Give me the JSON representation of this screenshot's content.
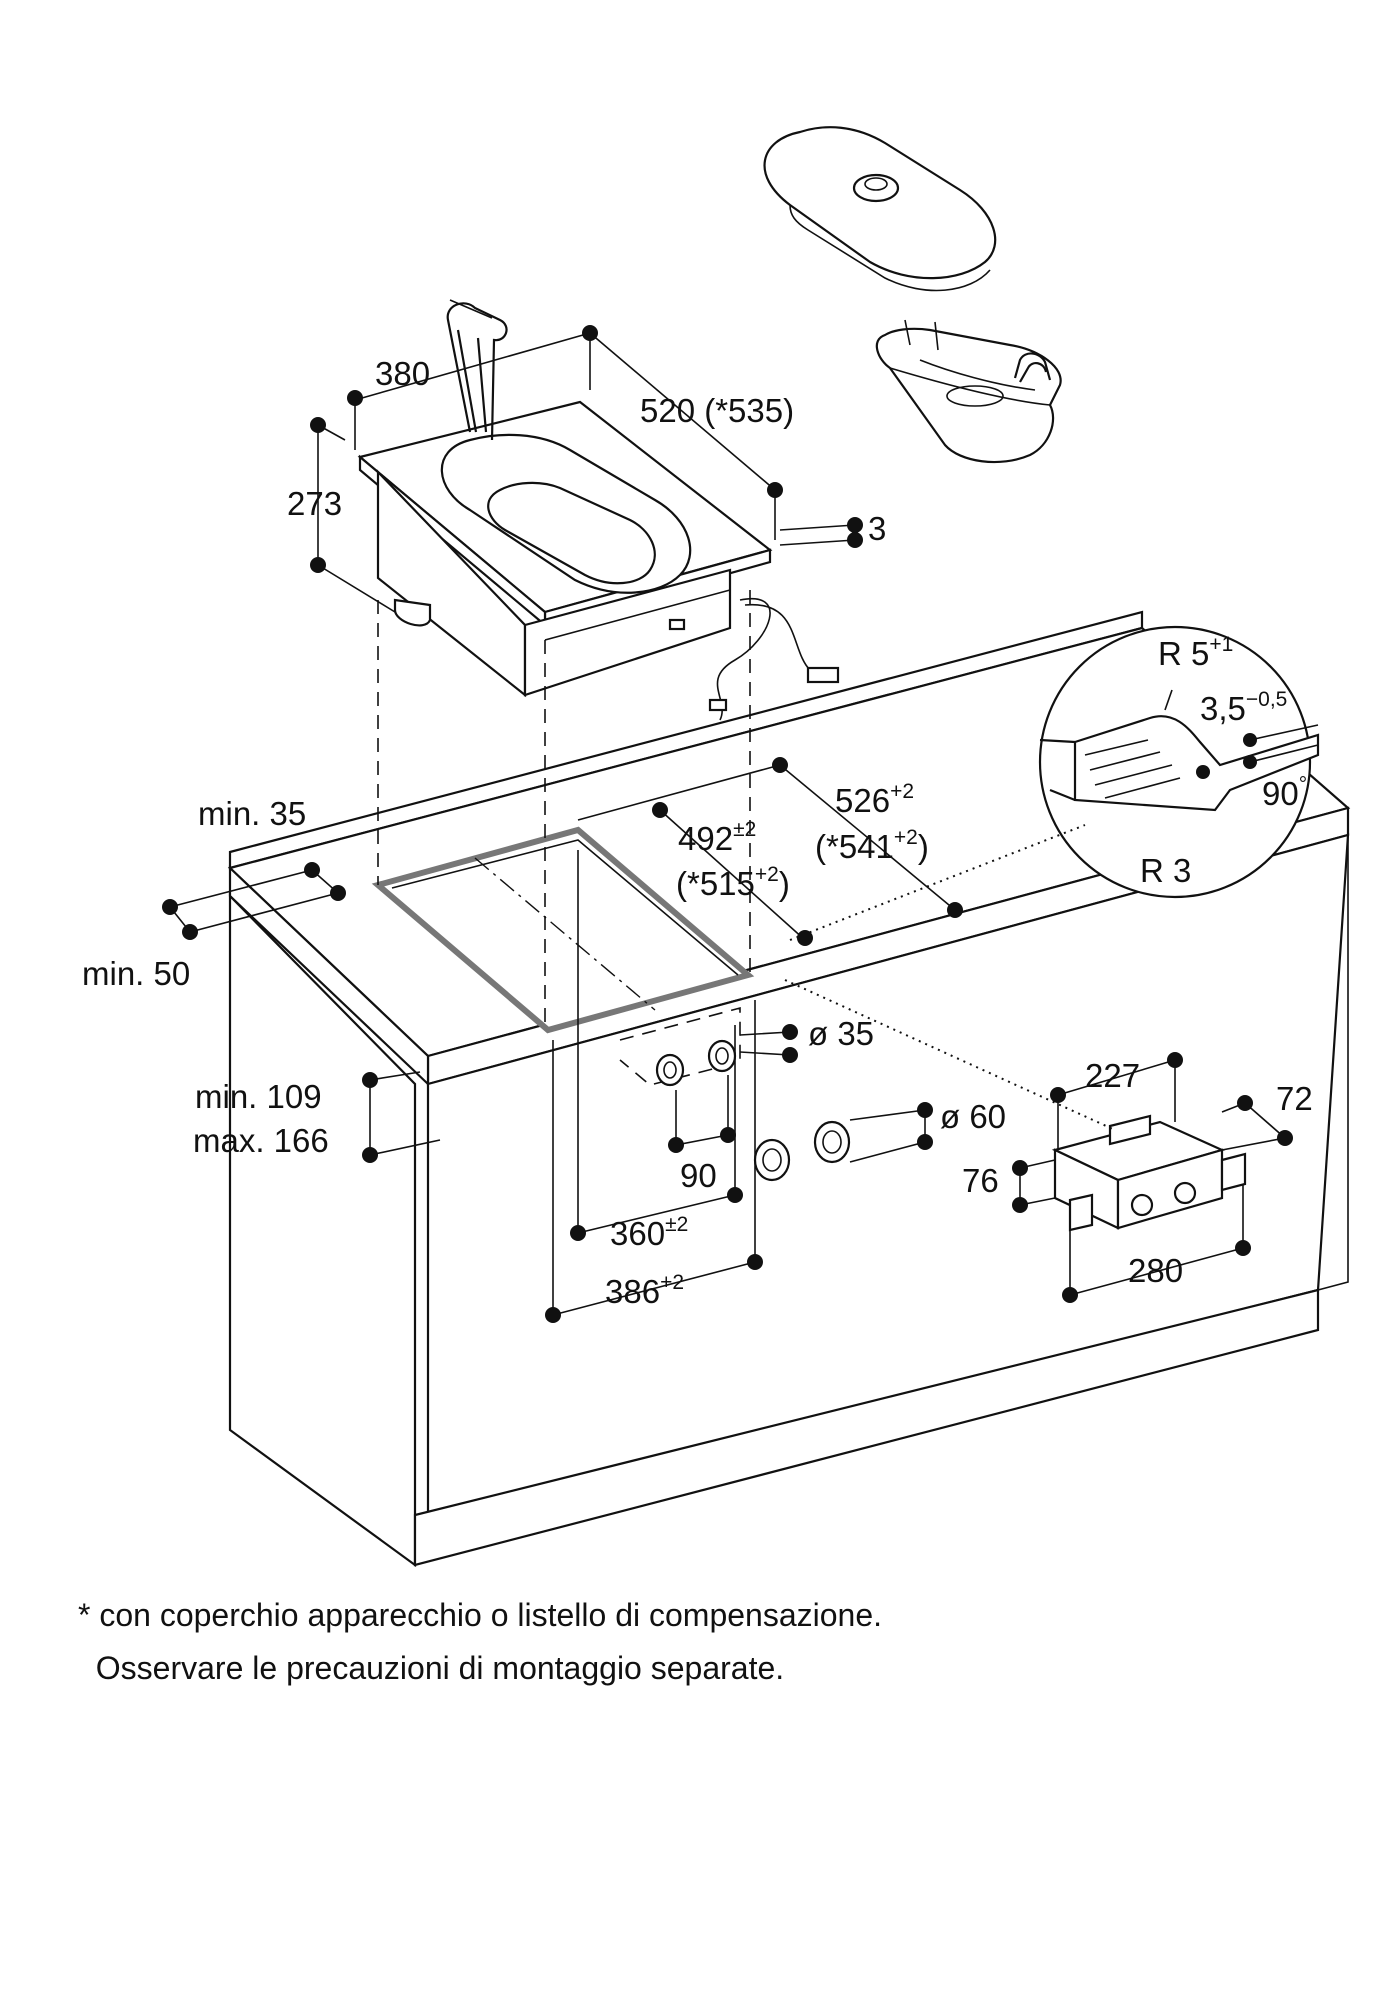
{
  "dimensions": {
    "width_380": "380",
    "depth_520": "520 (*535)",
    "height_273": "273",
    "gap_3": "3",
    "min_35": "min. 35",
    "min_50": "min. 50",
    "cut_526": "526",
    "cut_526_tol": "+2",
    "cut_541": "(*541",
    "cut_541_tol": "+2",
    "cut_541_close": ")",
    "cut_492": "492",
    "cut_492_tol": "±2",
    "cut_515": "(*515",
    "cut_515_tol": "+2",
    "cut_515_close": ")",
    "radius_5": "R 5",
    "radius_5_tol": "+1",
    "edge_35": "3,5",
    "edge_35_tol": "−0,5",
    "angle_90": "90",
    "angle_unit": "°",
    "radius_3": "R 3",
    "hole_35": "ø 35",
    "hole_60": "ø 60",
    "min_109": "min. 109",
    "max_166": "max. 166",
    "spacing_90": "90",
    "dim_360": "360",
    "dim_360_tol": "±2",
    "dim_386": "386",
    "dim_386_tol": "+2",
    "box_227": "227",
    "box_72": "72",
    "box_76": "76",
    "box_280": "280"
  },
  "footnote": {
    "line1": "* con coperchio apparecchio o listello di compensazione.",
    "line2": "  Osservare le precauzioni di montaggio separate."
  }
}
